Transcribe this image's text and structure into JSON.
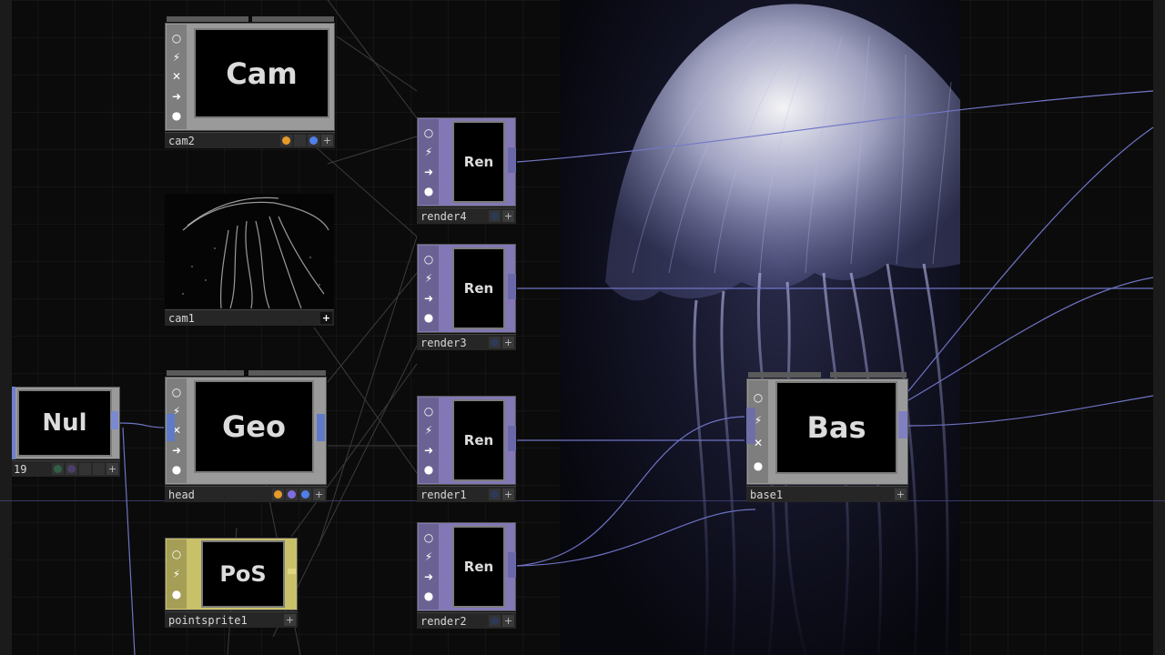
{
  "colors": {
    "background": "#0b0b0b",
    "wire": "#6e73c4",
    "top_flag_purple": "#8378b5",
    "pop_flag_yellow": "#c9c16a",
    "comp_grey": "#9a9a9a",
    "dot_orange": "#e59a2a",
    "dot_blue": "#4f7fe8",
    "dot_purple": "#7f6ee0",
    "dot_green": "#3fae6a"
  },
  "nodes": {
    "cam2": {
      "viewer_text": "Cam",
      "name": "cam2",
      "flag_icons": [
        "circle-icon",
        "bypass-icon",
        "close-icon",
        "arrow-right-icon",
        "lock-icon"
      ],
      "dots": [
        "orange",
        "dark",
        "blue"
      ]
    },
    "cam1": {
      "name": "cam1",
      "plus": "+"
    },
    "head": {
      "viewer_text": "Geo",
      "name": "head",
      "dots": [
        "orange",
        "purple",
        "blue"
      ]
    },
    "null": {
      "viewer_text": "Nul",
      "name": "19"
    },
    "pointsprite1": {
      "viewer_text": "PoS",
      "name": "pointsprite1"
    },
    "render4": {
      "viewer_text": "Ren",
      "name": "render4"
    },
    "render3": {
      "viewer_text": "Ren",
      "name": "render3"
    },
    "render1": {
      "viewer_text": "Ren",
      "name": "render1"
    },
    "render2": {
      "viewer_text": "Ren",
      "name": "render2"
    },
    "base1": {
      "viewer_text": "Bas",
      "name": "base1"
    }
  },
  "glyphs": {
    "circle": "○",
    "bypass": "⚡",
    "close": "✕",
    "arrow": "➜",
    "lock": "●",
    "plus": "+"
  }
}
